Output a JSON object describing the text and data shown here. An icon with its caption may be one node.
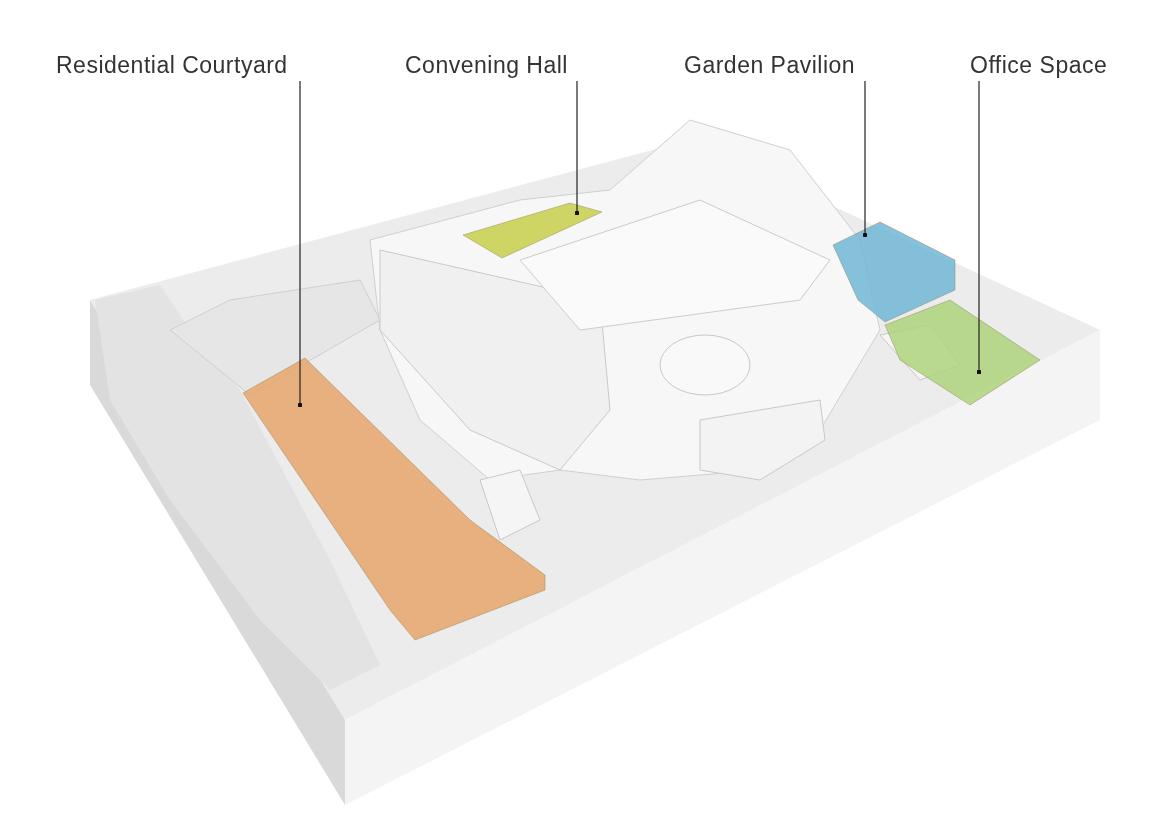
{
  "diagram": {
    "nodes": [
      {
        "text": [
          "Residential Courtyard"
        ]
      },
      {
        "text": [
          "Convening Hall"
        ]
      },
      {
        "text": [
          "Garden Pavilion"
        ]
      },
      {
        "text": [
          "Office Space"
        ]
      },
      {
        "text": [],
        "shape": "box"
      },
      {
        "text": [],
        "shape": "box"
      },
      {
        "text": [],
        "shape": "box"
      },
      {
        "text": [],
        "shape": "box"
      }
    ],
    "edges": [
      {
        "from": 0,
        "to": 4,
        "arrow": "other"
      },
      {
        "from": 1,
        "to": 5,
        "arrow": "other"
      },
      {
        "from": 2,
        "to": 6,
        "arrow": "other"
      },
      {
        "from": 3,
        "to": 7,
        "arrow": "other"
      }
    ]
  }
}
